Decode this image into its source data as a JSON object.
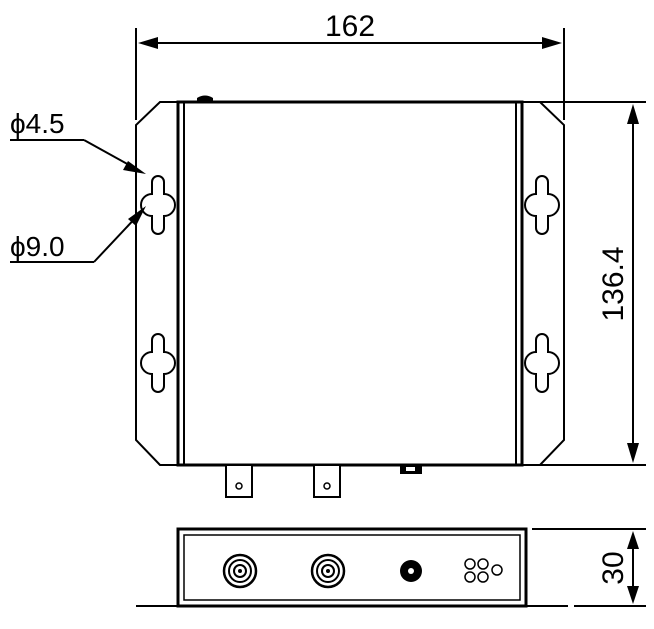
{
  "dimensions": {
    "width": "162",
    "height": "136.4",
    "depth": "30"
  },
  "callouts": {
    "small_hole": "ϕ4.5",
    "large_hole": "ϕ9.0"
  }
}
